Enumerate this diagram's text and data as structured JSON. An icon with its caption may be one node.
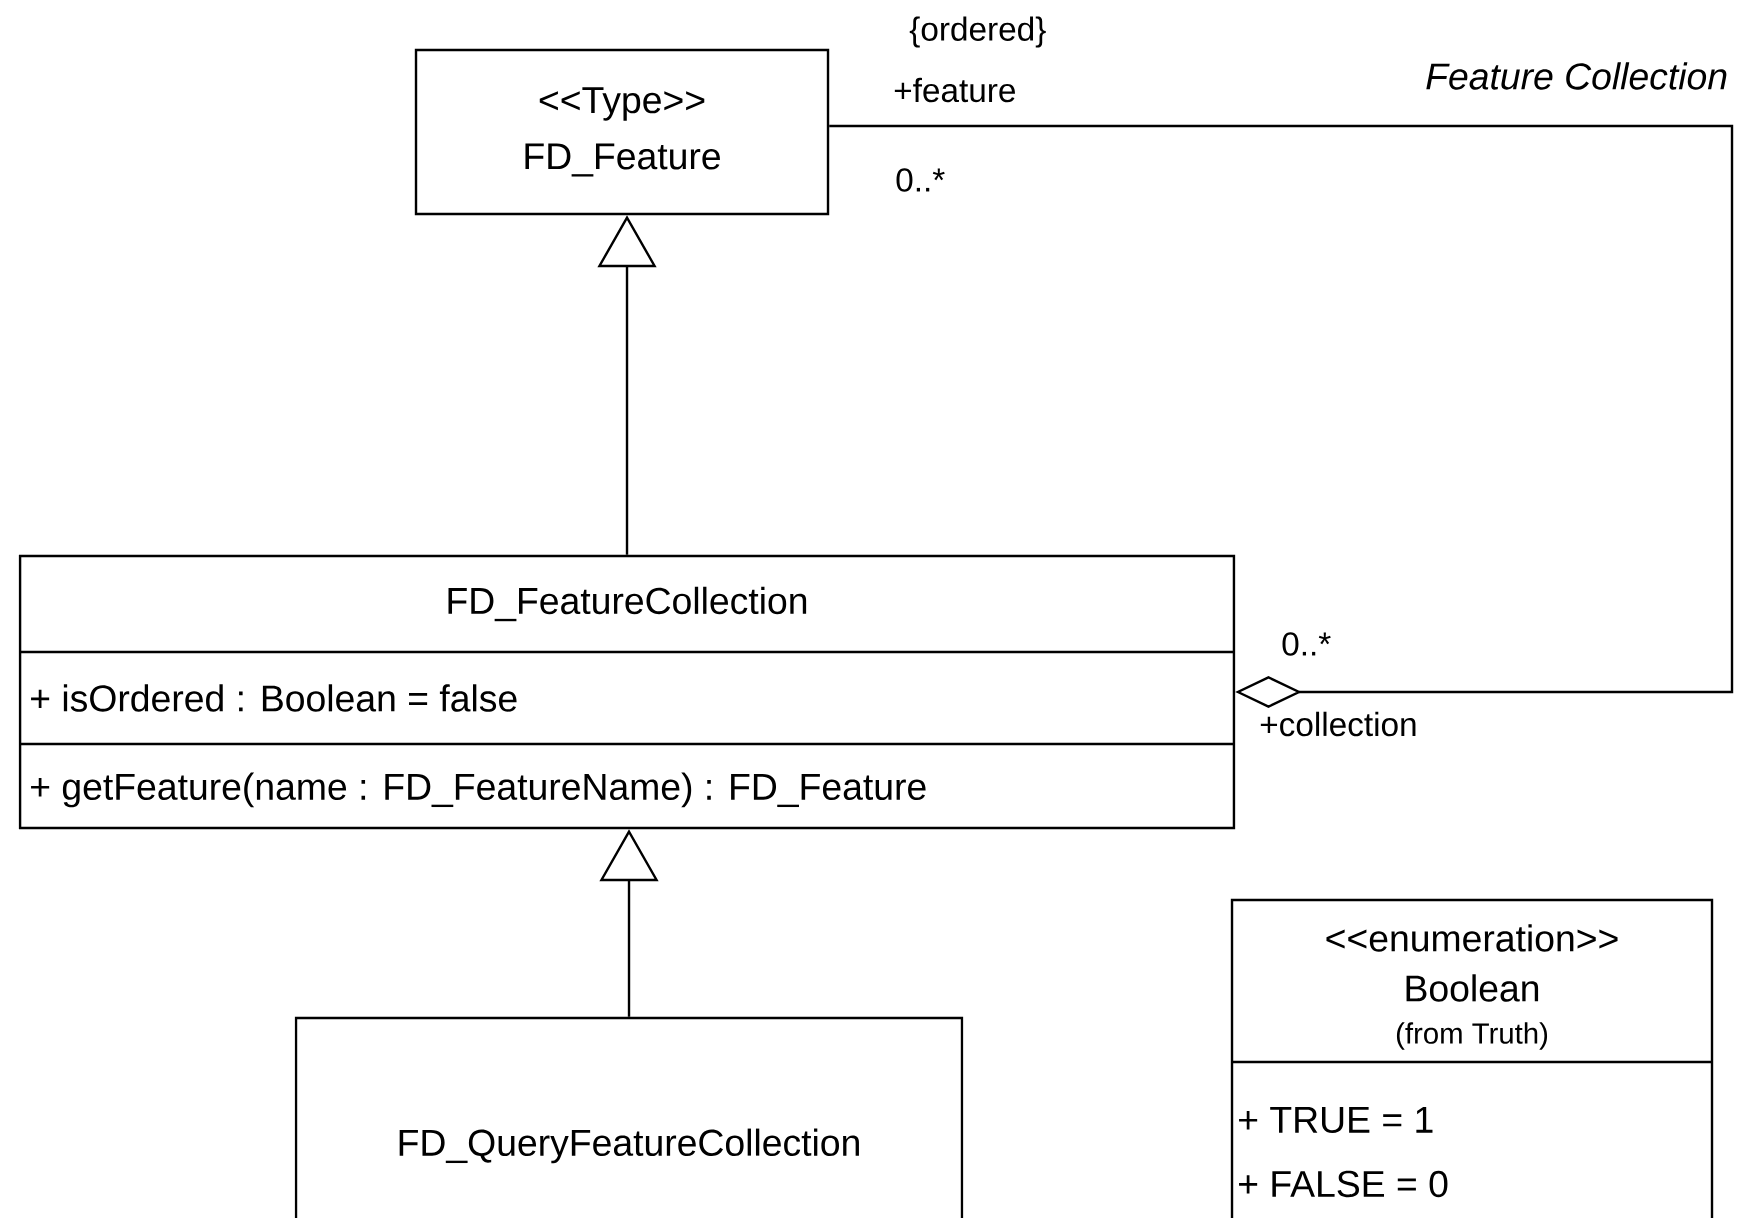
{
  "diagram": {
    "nodes": [
      {
        "text": [
          "<<Type>>",
          "FD_Feature"
        ]
      },
      {
        "text": [
          "FD_FeatureCollection",
          "+ isOrdered : Boolean = false",
          "+ getFeature(name : FD_FeatureName) : FD_Feature"
        ]
      },
      {
        "text": [
          "FD_QueryFeatureCollection"
        ]
      },
      {
        "text": [
          "<<enumeration>>",
          "Boolean",
          "(from Truth)",
          "+ TRUE = 1",
          "+ FALSE = 0"
        ]
      }
    ],
    "edges": [
      {
        "from": 1,
        "to": 0,
        "arrow": "to"
      },
      {
        "from": 2,
        "to": 1,
        "arrow": "to"
      },
      {
        "from": 1,
        "to": 0,
        "arrow": "other",
        "label": "Feature Collection"
      }
    ],
    "labels": [
      "{ordered}",
      "+feature",
      "0..*",
      "0..*",
      "+collection"
    ]
  }
}
